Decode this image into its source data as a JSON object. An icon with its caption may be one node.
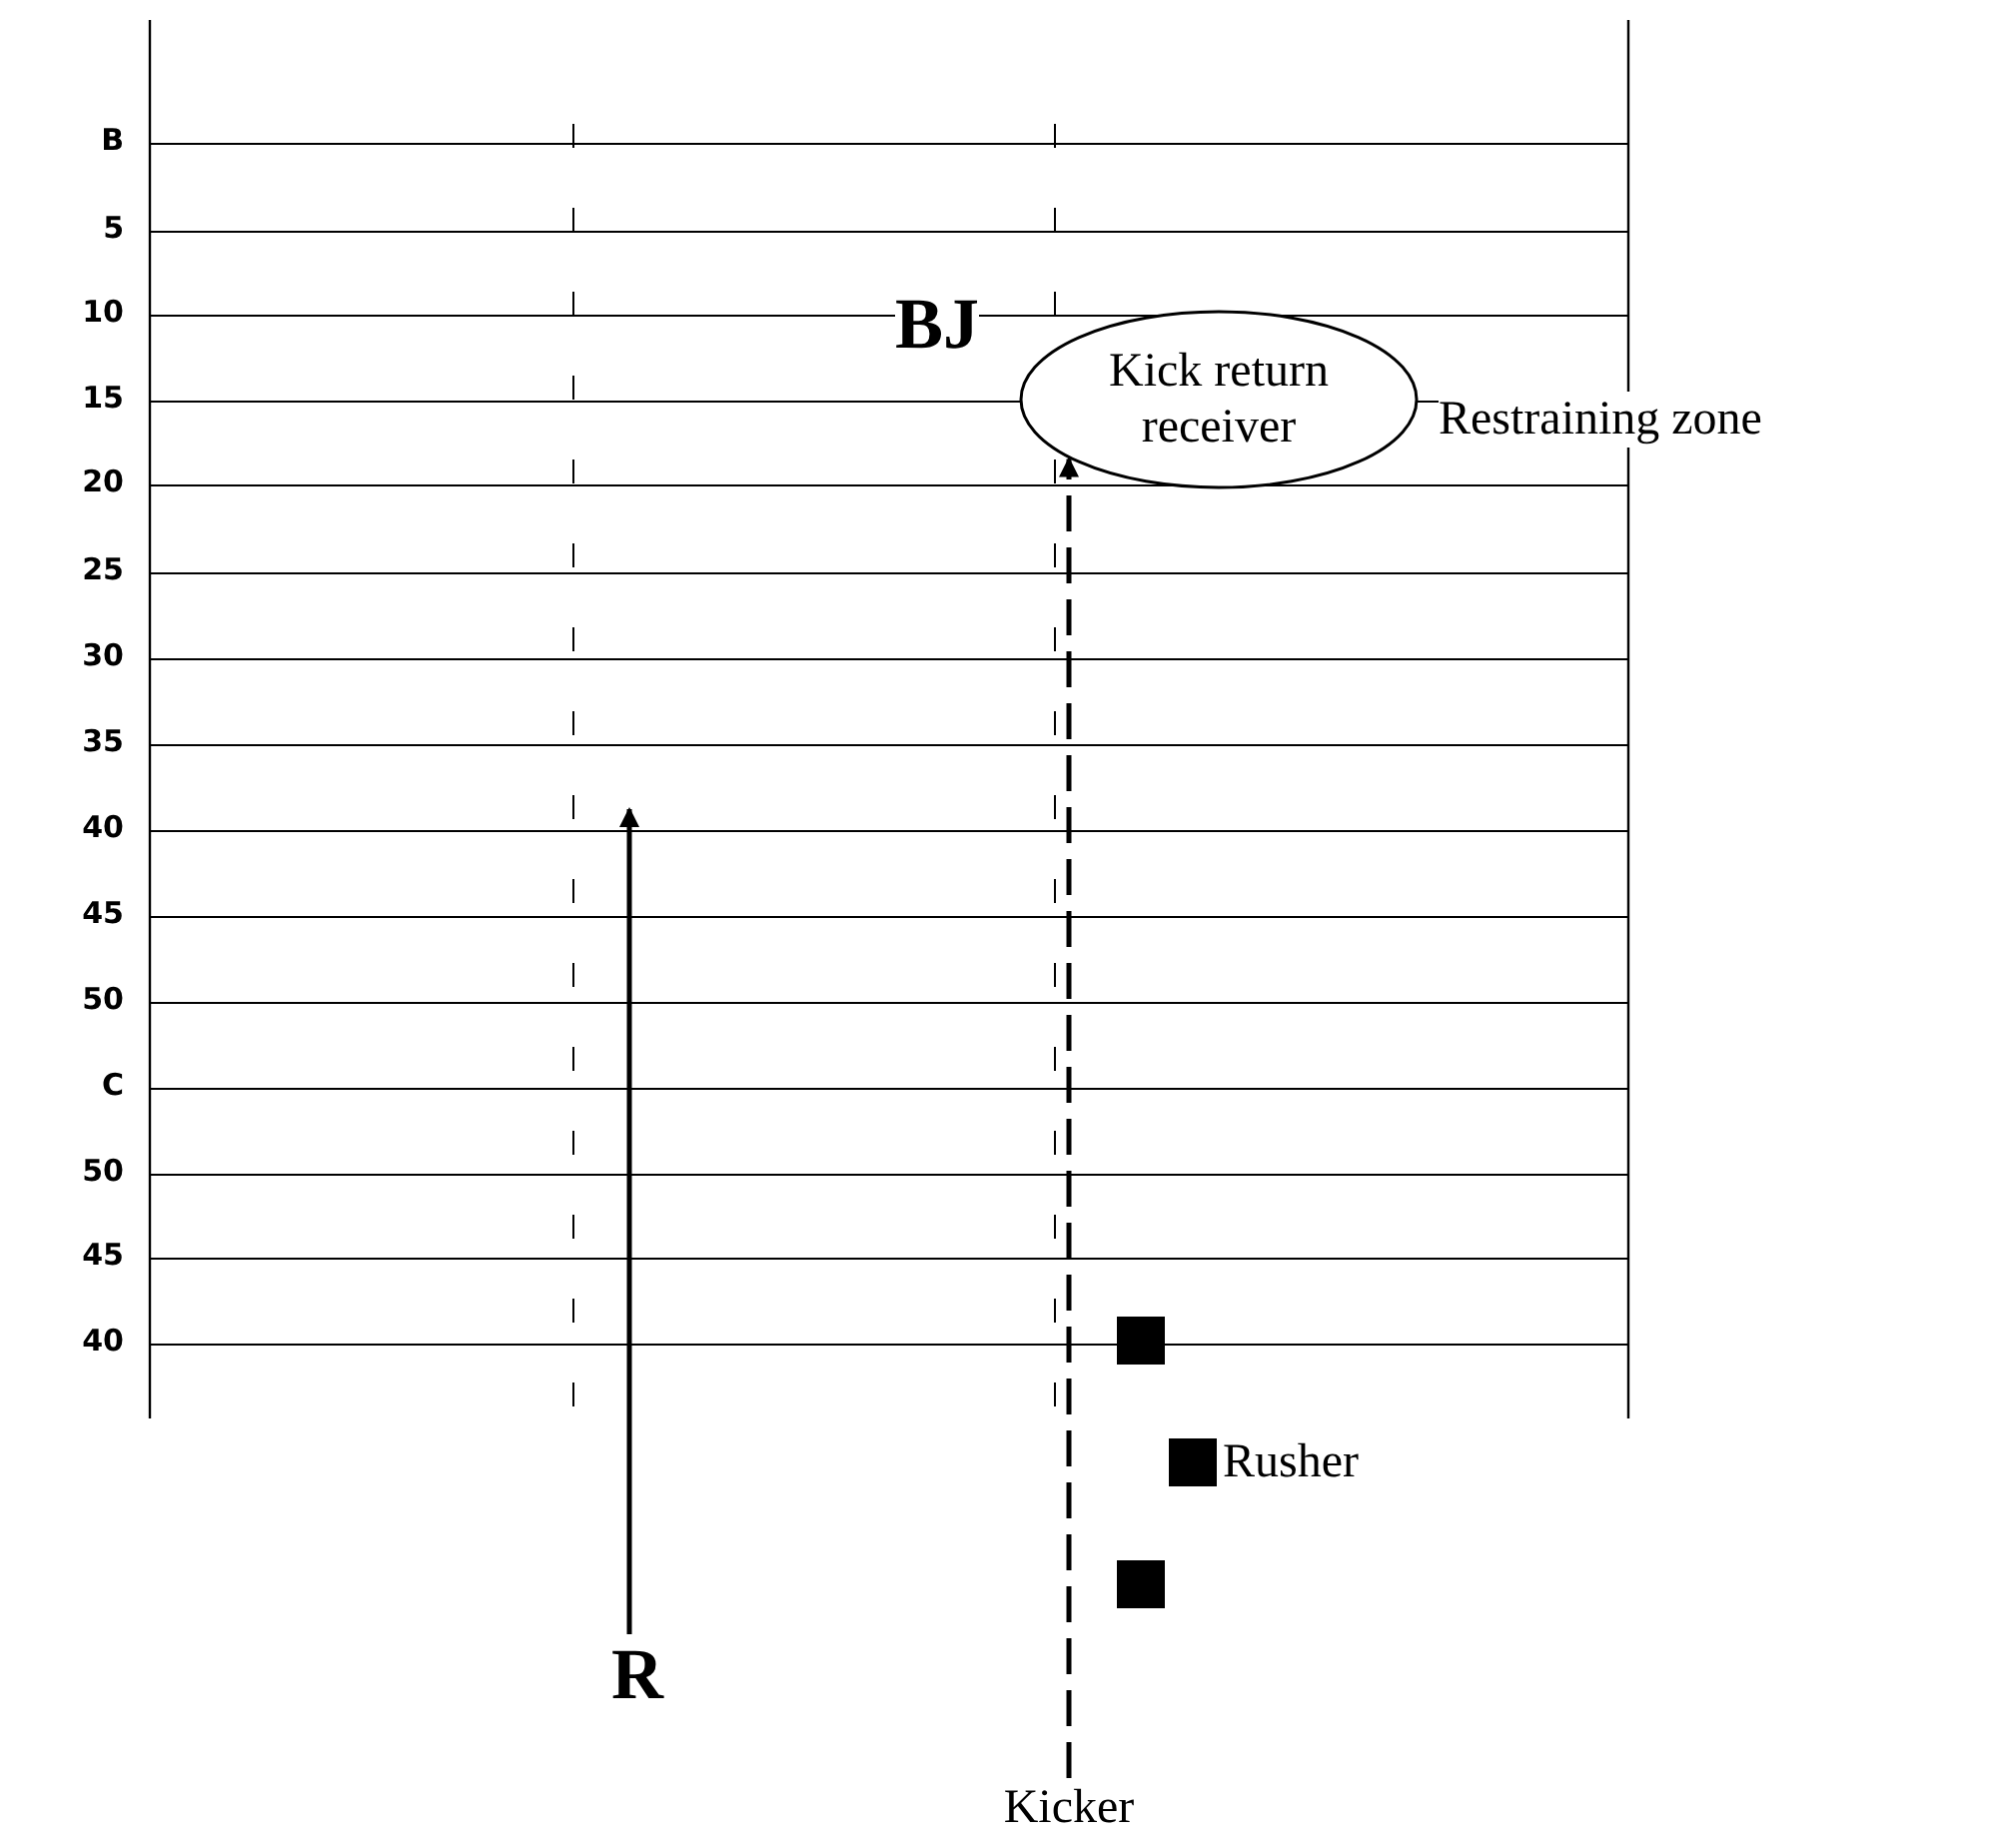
{
  "diagram": {
    "nodes": [
      {
        "text": [
          "Kick return receiver"
        ]
      },
      {
        "text": [
          "R"
        ]
      },
      {
        "text": [
          "Kicker"
        ]
      },
      {
        "text": [],
        "shape": "box"
      },
      {
        "text": [],
        "shape": "box",
        "beside": [
          "Rusher"
        ]
      },
      {
        "text": [],
        "shape": "box"
      }
    ],
    "edges": [
      {
        "from": 1,
        "to": null,
        "arrow": "to"
      },
      {
        "from": 2,
        "to": 0,
        "arrow": "to",
        "style": "dashed"
      }
    ],
    "labels": [
      "B",
      "5",
      "10",
      "15",
      "20",
      "25",
      "30",
      "35",
      "40",
      "45",
      "50",
      "C",
      "50",
      "45",
      "40",
      "BJ",
      "Restraining zone"
    ]
  }
}
